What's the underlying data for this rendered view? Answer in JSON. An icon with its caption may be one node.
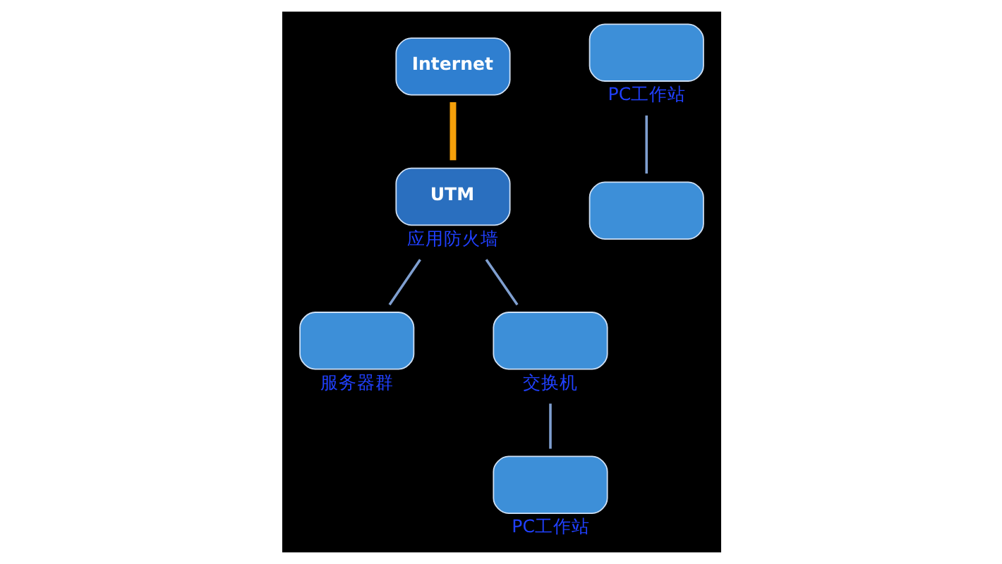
{
  "diagram": {
    "nodes": [
      {
        "text": [
          "Internet"
        ]
      },
      {
        "text": [
          "UTM"
        ],
        "beside": [
          "应用防火墙"
        ]
      },
      {
        "text": [],
        "shape": "box",
        "beside": [
          "服务器群"
        ]
      },
      {
        "text": [],
        "shape": "box",
        "beside": [
          "交换机"
        ]
      },
      {
        "text": [],
        "shape": "box",
        "beside": [
          "PC工作站"
        ]
      },
      {
        "text": [],
        "shape": "box",
        "beside": [
          "PC工作站"
        ]
      },
      {
        "text": [],
        "shape": "box"
      }
    ],
    "edges": [
      {
        "from": 0,
        "to": 1,
        "arrow": "none",
        "color": "#f5a00a",
        "style": "thick"
      },
      {
        "from": 1,
        "to": 2,
        "arrow": "none"
      },
      {
        "from": 1,
        "to": 3,
        "arrow": "none"
      },
      {
        "from": 4,
        "to": 6,
        "arrow": "none"
      },
      {
        "from": 3,
        "to": 5,
        "arrow": "none"
      }
    ]
  }
}
